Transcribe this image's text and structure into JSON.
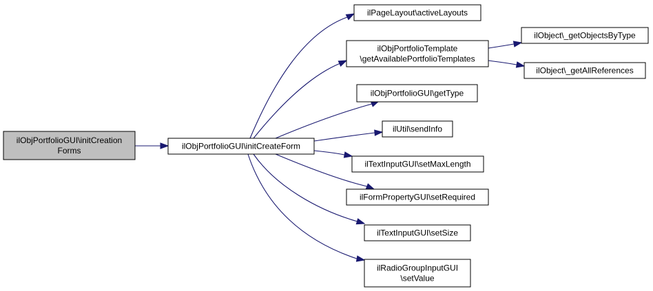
{
  "colors": {
    "root_fill": "#bfbfbf",
    "node_fill": "#ffffff",
    "border": "#000000",
    "edge": "#191970"
  },
  "nodes": {
    "root": [
      "ilObjPortfolioGUI\\initCreation",
      "Forms"
    ],
    "initCreateForm": [
      "ilObjPortfolioGUI\\initCreateForm"
    ],
    "activeLayouts": [
      "ilPageLayout\\activeLayouts"
    ],
    "getAvailablePortfolioTemplates": [
      "ilObjPortfolioTemplate",
      "\\getAvailablePortfolioTemplates"
    ],
    "getObjectsByType": [
      "ilObject\\_getObjectsByType"
    ],
    "getAllReferences": [
      "ilObject\\_getAllReferences"
    ],
    "getType": [
      "ilObjPortfolioGUI\\getType"
    ],
    "sendInfo": [
      "ilUtil\\sendInfo"
    ],
    "setMaxLength": [
      "ilTextInputGUI\\setMaxLength"
    ],
    "setRequired": [
      "ilFormPropertyGUI\\setRequired"
    ],
    "setSize": [
      "ilTextInputGUI\\setSize"
    ],
    "setValue": [
      "ilRadioGroupInputGUI",
      "\\setValue"
    ]
  }
}
